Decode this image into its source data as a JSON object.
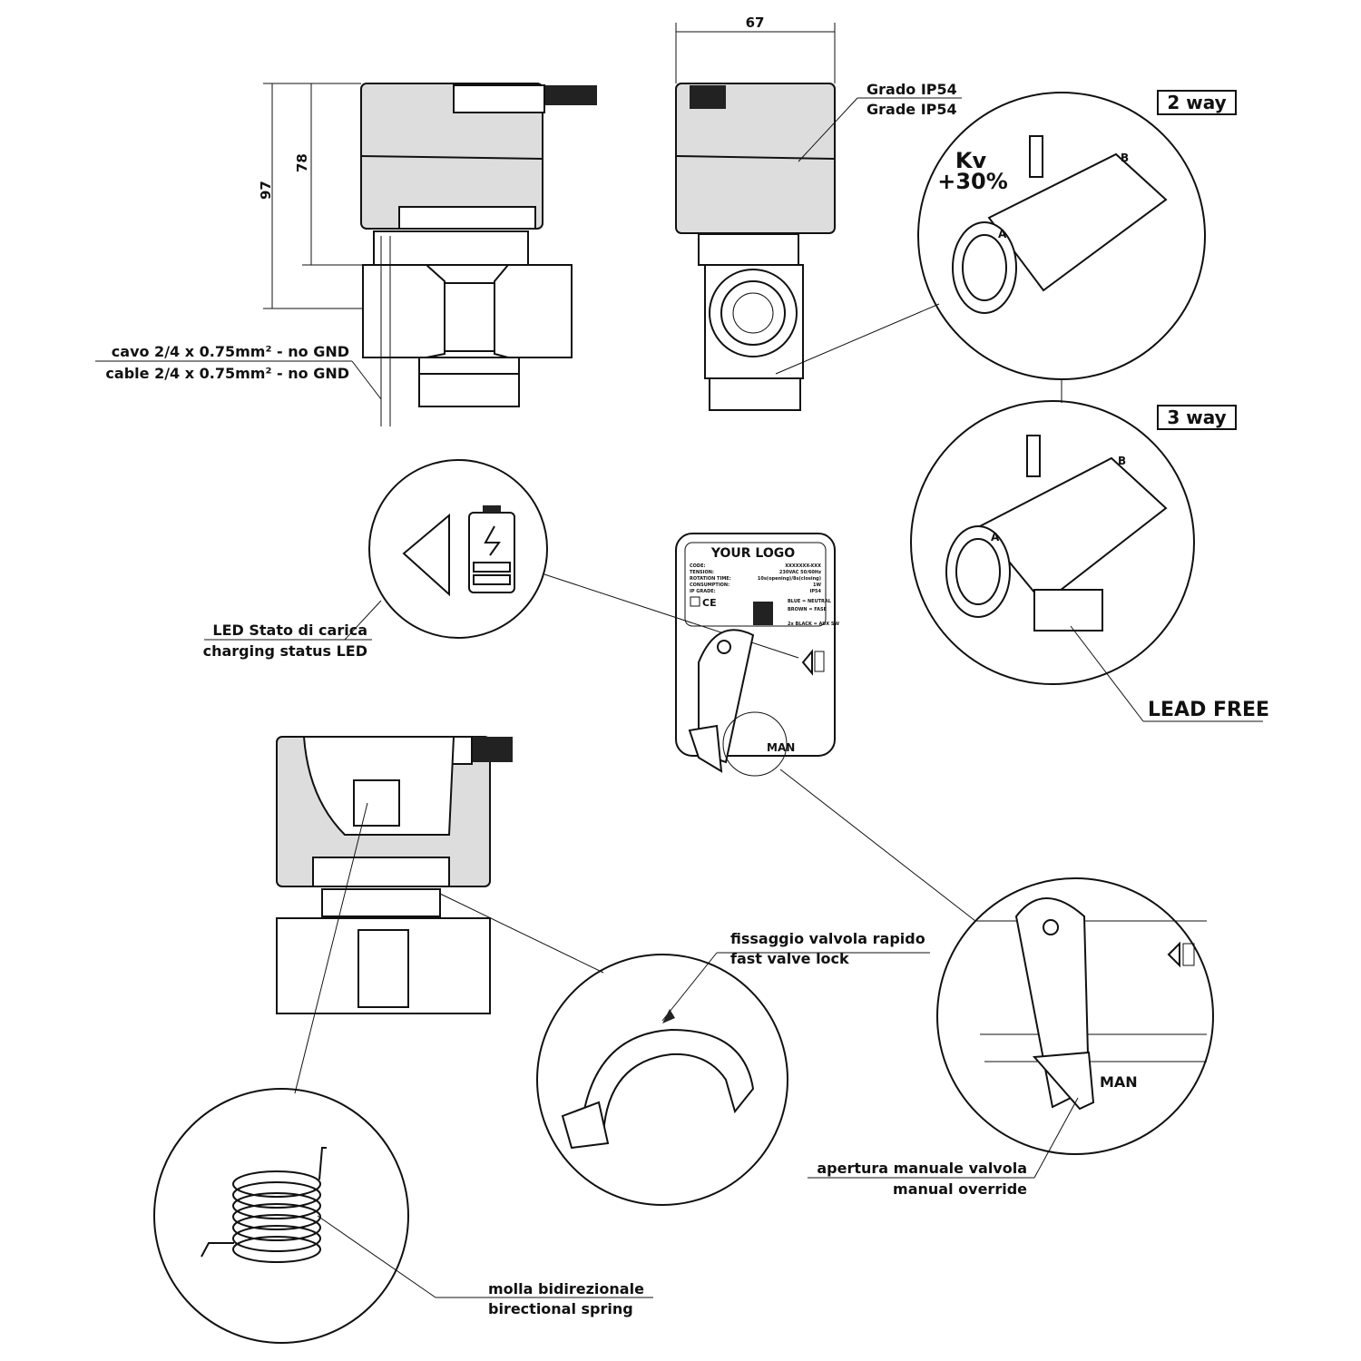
{
  "dimensions": {
    "width": "67",
    "height_total": "97",
    "height_actuator": "78"
  },
  "ip_grade": {
    "it": "Grado IP54",
    "en": "Grade IP54"
  },
  "cable": {
    "it": "cavo 2/4 x 0.75mm² - no GND",
    "en": "cable 2/4 x 0.75mm² - no GND"
  },
  "two_way": {
    "label": "2 way",
    "kv_line1": "Kv",
    "kv_line2": "+30%",
    "port_a": "A",
    "port_b": "B"
  },
  "three_way": {
    "label": "3 way",
    "port_a": "A",
    "port_b": "B",
    "lead_free": "LEAD FREE"
  },
  "led": {
    "it": "LED Stato di carica",
    "en": "charging status LED"
  },
  "nameplate": {
    "logo": "YOUR LOGO",
    "rows": [
      {
        "key": "CODE:",
        "value": "XXXXXXX-XXX"
      },
      {
        "key": "TENSION:",
        "value": "230VAC 50/60Hz"
      },
      {
        "key": "ROTATION TIME:",
        "value": "10s(opening)/8s(closing)"
      },
      {
        "key": "CONSUMPTION:",
        "value": "1W"
      },
      {
        "key": "IP GRADE:",
        "value": "IP54"
      }
    ],
    "ce": "CE",
    "wires": [
      "BLUE = NEUTRAL",
      "BROWN = FASE",
      "2x BLACK = AUX SW"
    ],
    "man": "MAN"
  },
  "valve_lock": {
    "it": "fissaggio valvola rapido",
    "en": "fast valve lock"
  },
  "manual_override": {
    "it": "apertura manuale valvola",
    "en": "manual override",
    "man": "MAN"
  },
  "spring": {
    "it": "molla bidirezionale",
    "en": "birectional spring"
  }
}
